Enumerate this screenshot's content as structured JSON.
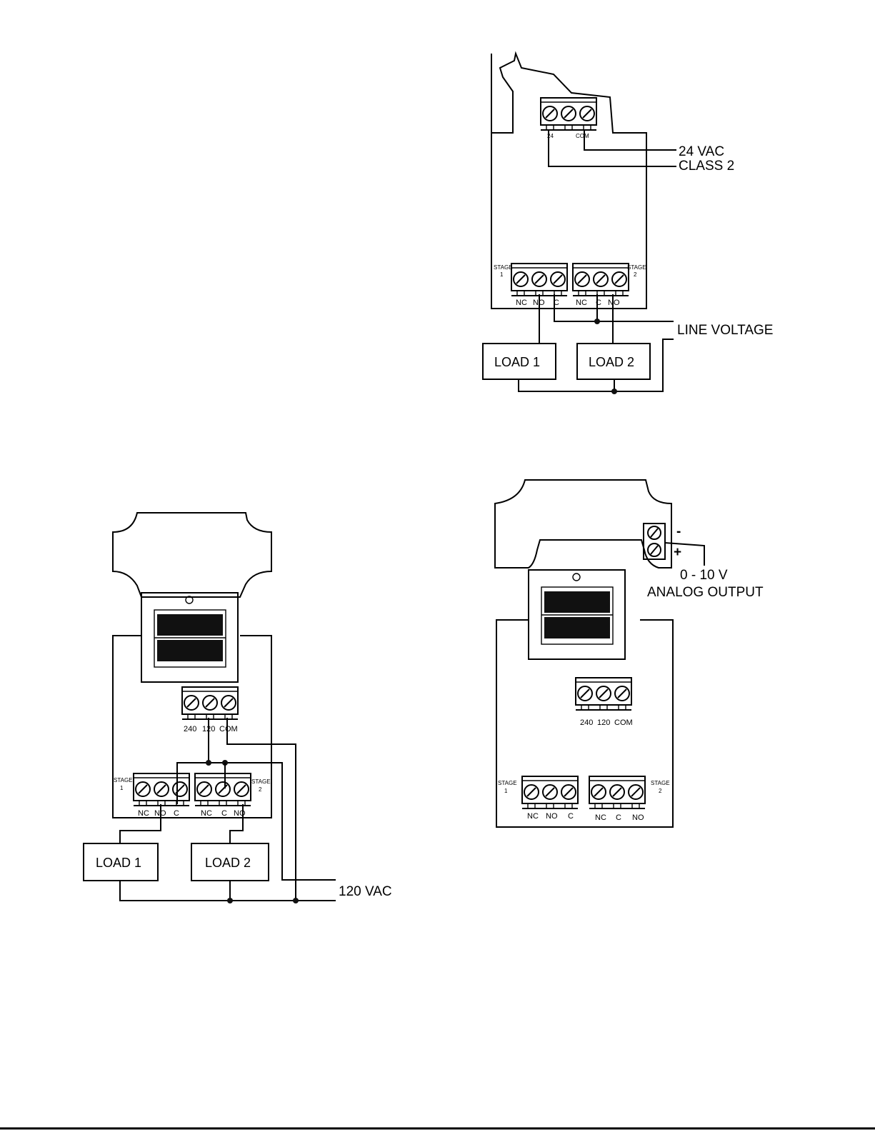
{
  "diagram_a": {
    "power_terminal_labels": [
      "24",
      "COM"
    ],
    "supply_label_1": "24 VAC",
    "supply_label_2": "CLASS 2",
    "stage1_label": "STAGE",
    "stage1_num": "1",
    "stage2_label": "STAGE",
    "stage2_num": "2",
    "stage1_terms": [
      "NC",
      "NO",
      "C"
    ],
    "stage2_terms": [
      "NC",
      "C",
      "NO"
    ],
    "line_label": "LINE VOLTAGE",
    "load1": "LOAD 1",
    "load2": "LOAD 2"
  },
  "diagram_b": {
    "power_terminal_labels": [
      "240",
      "120",
      "COM"
    ],
    "stage1_label": "STAGE",
    "stage1_num": "1",
    "stage2_label": "STAGE",
    "stage2_num": "2",
    "stage1_terms": [
      "NC",
      "NO",
      "C"
    ],
    "stage2_terms": [
      "NC",
      "C",
      "NO"
    ],
    "supply_label": "120 VAC",
    "load1": "LOAD 1",
    "load2": "LOAD 2"
  },
  "diagram_c": {
    "minus": "-",
    "plus": "+",
    "analog_label_1": "0 - 10 V",
    "analog_label_2": "ANALOG OUTPUT",
    "power_terminal_labels": [
      "240",
      "120",
      "COM"
    ],
    "stage1_label": "STAGE",
    "stage1_num": "1",
    "stage2_label": "STAGE",
    "stage2_num": "2",
    "stage1_terms": [
      "NC",
      "NO",
      "C"
    ],
    "stage2_terms": [
      "NC",
      "C",
      "NO"
    ]
  }
}
